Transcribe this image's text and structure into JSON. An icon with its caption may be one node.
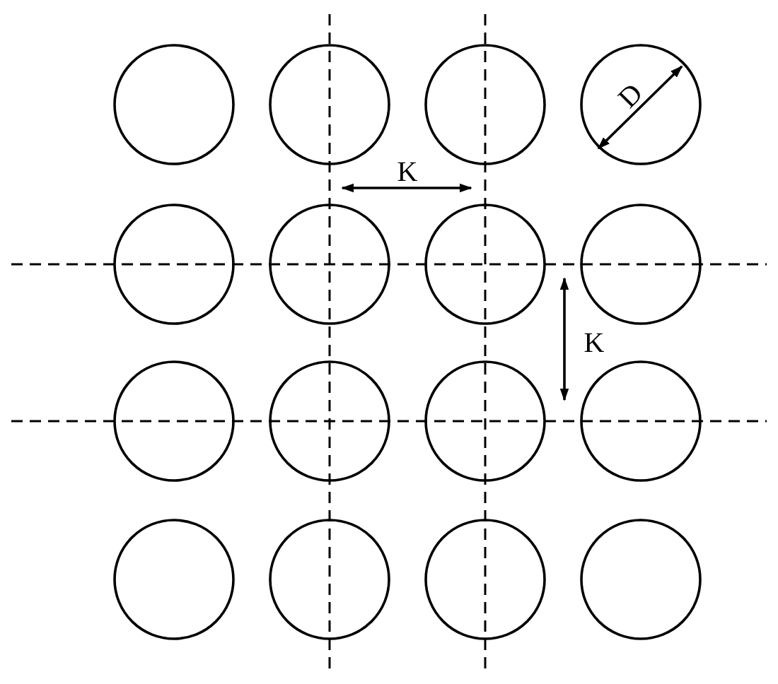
{
  "diagram": {
    "labels": [
      "K",
      "K",
      "D"
    ]
  }
}
